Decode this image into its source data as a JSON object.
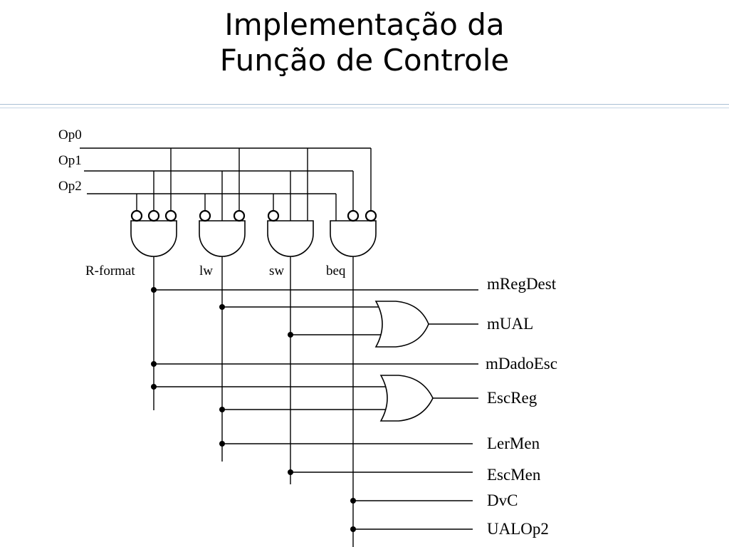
{
  "slide": {
    "title_line1": "Implementação da",
    "title_line2": "Função de Controle"
  },
  "diagram": {
    "inputs": [
      "Op0",
      "Op1",
      "Op2"
    ],
    "and_gates": [
      "R-format",
      "lw",
      "sw",
      "beq"
    ],
    "outputs": [
      "mRegDest",
      "mUAL",
      "mDadoEsc",
      "EscReg",
      "LerMen",
      "EscMen",
      "DvC",
      "UALOp2"
    ]
  }
}
